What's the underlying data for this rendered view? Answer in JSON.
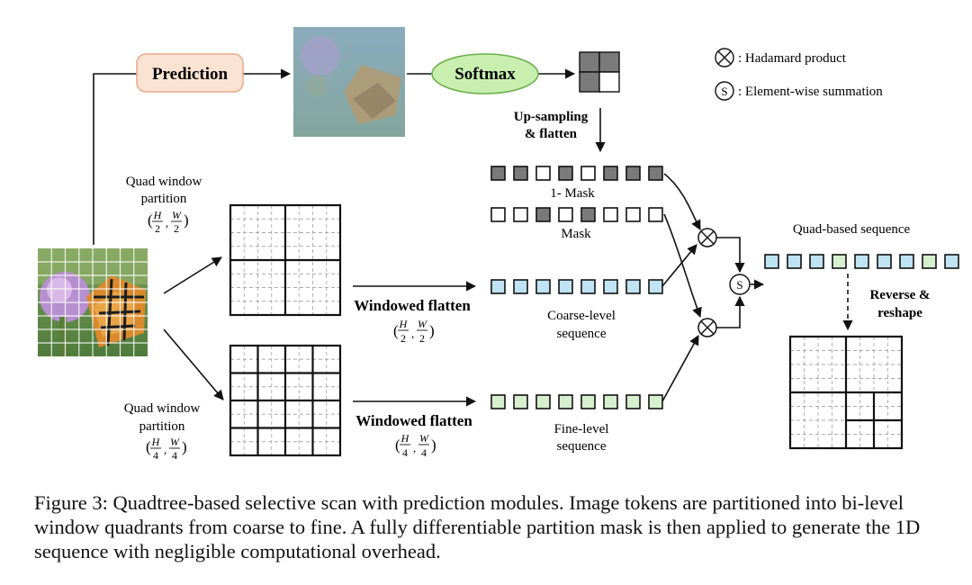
{
  "diagram": {
    "prediction_label": "Prediction",
    "softmax_label": "Softmax",
    "legend": {
      "hadamard_symbol": "⊗",
      "hadamard_text": ": Hadamard product",
      "sum_symbol": "S",
      "sum_text": ": Element-wise summation"
    },
    "upsampling_line1": "Up-sampling",
    "upsampling_line2": "& flatten",
    "quad_partition_top": {
      "line1": "Quad window",
      "line2": "partition",
      "h_num": "H",
      "h_den": "2",
      "w_num": "W",
      "w_den": "2"
    },
    "quad_partition_bottom": {
      "line1": "Quad window",
      "line2": "partition",
      "h_num": "H",
      "h_den": "4",
      "w_num": "W",
      "w_den": "4"
    },
    "windowed_flatten_top": {
      "label": "Windowed flatten",
      "h_num": "H",
      "h_den": "2",
      "w_num": "W",
      "w_den": "2"
    },
    "windowed_flatten_bottom": {
      "label": "Windowed flatten",
      "h_num": "H",
      "h_den": "4",
      "w_num": "W",
      "w_den": "4"
    },
    "one_minus_mask_label": "1- Mask",
    "mask_label": "Mask",
    "coarse_label_line1": "Coarse-level",
    "coarse_label_line2": "sequence",
    "fine_label_line1": "Fine-level",
    "fine_label_line2": "sequence",
    "quad_sequence_label": "Quad-based sequence",
    "reverse_line1": "Reverse &",
    "reverse_line2": "reshape",
    "softmax_output_mask": [
      1,
      1,
      1,
      0
    ],
    "one_minus_mask_pattern": [
      1,
      1,
      0,
      1,
      0,
      1,
      1,
      1
    ],
    "mask_pattern": [
      0,
      0,
      1,
      0,
      1,
      0,
      0,
      0
    ],
    "quad_sequence_pattern": [
      "coarse",
      "coarse",
      "coarse",
      "fine",
      "coarse",
      "coarse",
      "coarse",
      "fine",
      "coarse"
    ],
    "colors": {
      "prediction_fill": "#fbe3d3",
      "prediction_stroke": "#e8a98a",
      "softmax_fill": "#c8eeb0",
      "softmax_stroke": "#6bb04a",
      "coarse_token": "#bfe3f2",
      "fine_token": "#d6efcf",
      "mask_dark": "#7a7a7a"
    }
  },
  "caption": "Figure 3: Quadtree-based selective scan with prediction modules. Image tokens are partitioned into bi-level window quadrants from coarse to fine. A fully differentiable partition mask is then applied to generate the 1D sequence with negligible computational overhead."
}
